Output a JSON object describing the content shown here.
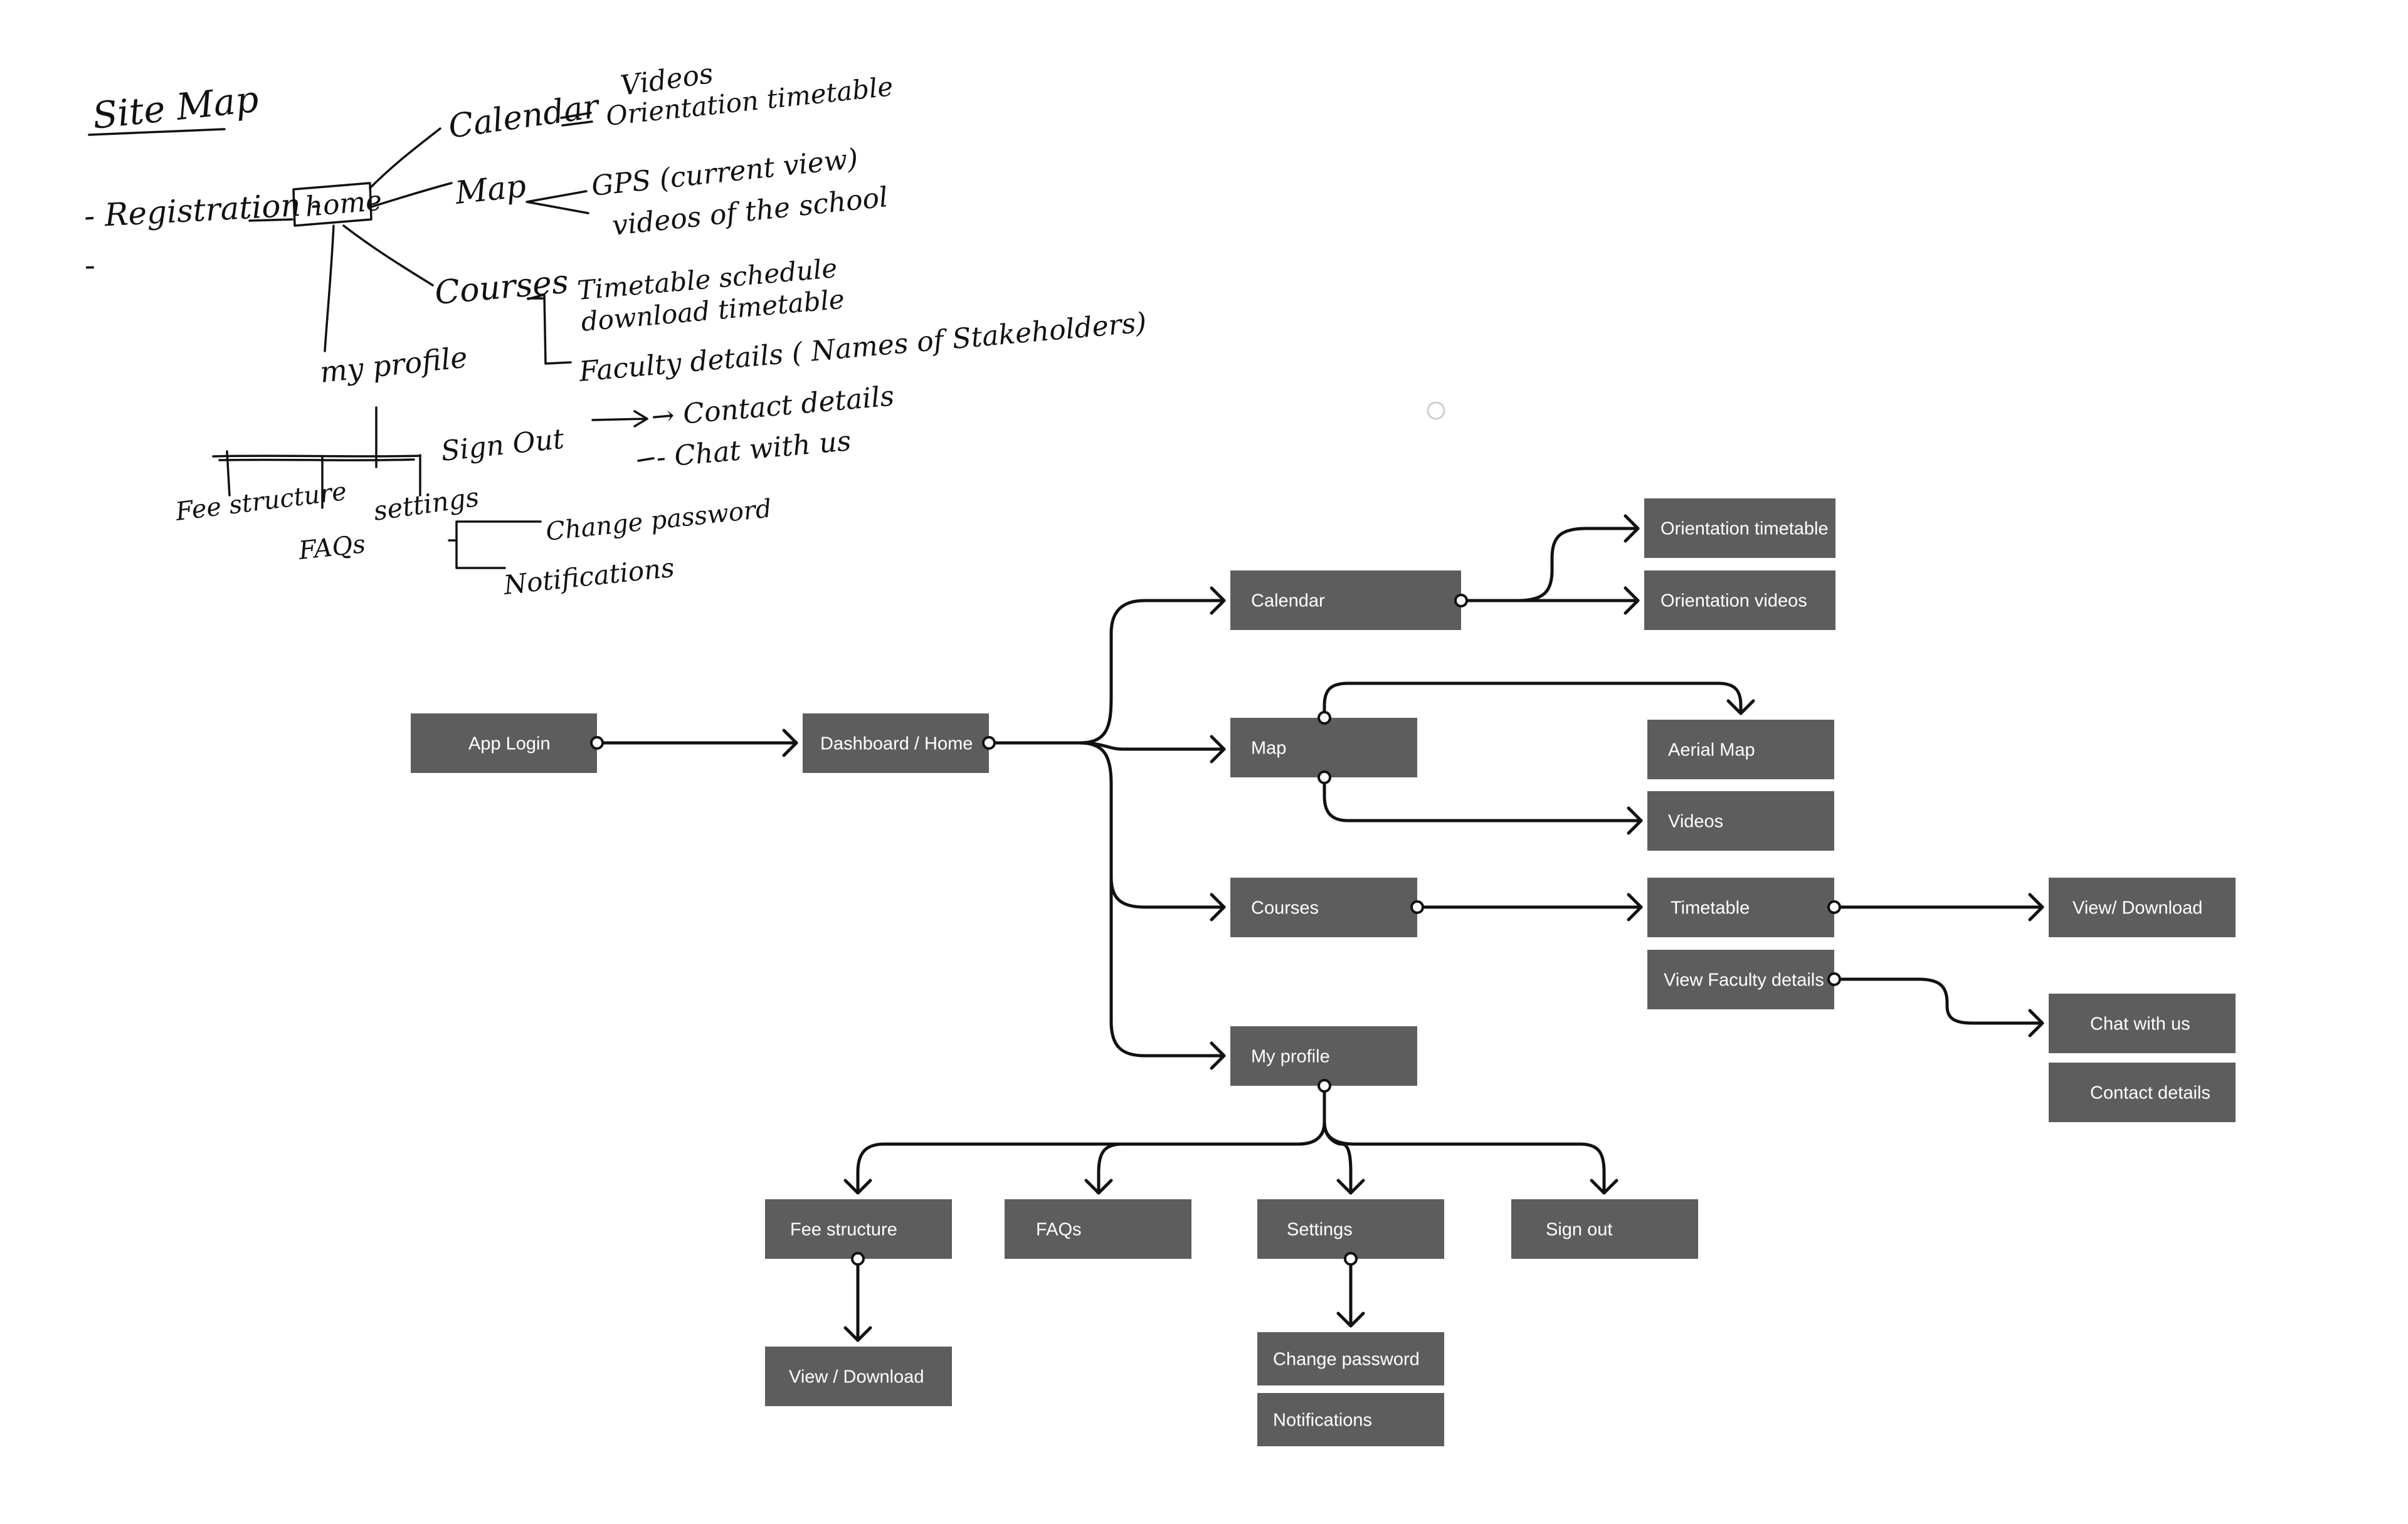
{
  "sketch": {
    "title": "Site Map",
    "labels": [
      {
        "id": "s-title",
        "text": "Site Map"
      },
      {
        "id": "s-registration",
        "text": "- Registration -"
      },
      {
        "id": "s-dash",
        "text": "-"
      },
      {
        "id": "s-home",
        "text": "home"
      },
      {
        "id": "s-calendar",
        "text": "Calendar"
      },
      {
        "id": "s-videos",
        "text": "Videos"
      },
      {
        "id": "s-orientation",
        "text": "Orientation timetable"
      },
      {
        "id": "s-map",
        "text": "Map"
      },
      {
        "id": "s-gps",
        "text": "GPS (current view)"
      },
      {
        "id": "s-school-videos",
        "text": "videos of the school"
      },
      {
        "id": "s-courses",
        "text": "Courses"
      },
      {
        "id": "s-timetable",
        "text": "Timetable schedule"
      },
      {
        "id": "s-download",
        "text": "download timetable"
      },
      {
        "id": "s-faculty",
        "text": "Faculty details ( Names of Stakeholders)"
      },
      {
        "id": "s-contact",
        "text": "→ Contact details"
      },
      {
        "id": "s-chat",
        "text": "- Chat with us"
      },
      {
        "id": "s-profile",
        "text": "my profile"
      },
      {
        "id": "s-signout",
        "text": "Sign Out"
      },
      {
        "id": "s-fee",
        "text": "Fee structure"
      },
      {
        "id": "s-faqs",
        "text": "FAQs"
      },
      {
        "id": "s-settings",
        "text": "settings"
      },
      {
        "id": "s-password",
        "text": "Change password"
      },
      {
        "id": "s-notif",
        "text": "Notifications"
      }
    ]
  },
  "flow": {
    "nodes": [
      {
        "id": "app-login",
        "label": "App Login"
      },
      {
        "id": "dashboard-home",
        "label": "Dashboard / Home"
      },
      {
        "id": "calendar",
        "label": "Calendar"
      },
      {
        "id": "orientation-timetable",
        "label": "Orientation timetable"
      },
      {
        "id": "orientation-videos",
        "label": "Orientation videos"
      },
      {
        "id": "map",
        "label": "Map"
      },
      {
        "id": "aerial-map",
        "label": "Aerial Map"
      },
      {
        "id": "videos",
        "label": "Videos"
      },
      {
        "id": "courses",
        "label": "Courses"
      },
      {
        "id": "timetable",
        "label": "Timetable"
      },
      {
        "id": "view-download-timetable",
        "label": "View/ Download"
      },
      {
        "id": "view-faculty-details",
        "label": "View Faculty details"
      },
      {
        "id": "chat-with-us",
        "label": "Chat with us"
      },
      {
        "id": "contact-details",
        "label": "Contact details"
      },
      {
        "id": "my-profile",
        "label": "My profile"
      },
      {
        "id": "fee-structure",
        "label": "Fee structure"
      },
      {
        "id": "faqs",
        "label": "FAQs"
      },
      {
        "id": "settings",
        "label": "Settings"
      },
      {
        "id": "sign-out",
        "label": "Sign out"
      },
      {
        "id": "view-download-fee",
        "label": "View / Download"
      },
      {
        "id": "change-password",
        "label": "Change password"
      },
      {
        "id": "notifications",
        "label": "Notifications"
      }
    ],
    "edges": [
      {
        "from": "app-login",
        "to": "dashboard-home"
      },
      {
        "from": "dashboard-home",
        "to": "calendar"
      },
      {
        "from": "dashboard-home",
        "to": "map"
      },
      {
        "from": "dashboard-home",
        "to": "courses"
      },
      {
        "from": "dashboard-home",
        "to": "my-profile"
      },
      {
        "from": "calendar",
        "to": "orientation-timetable"
      },
      {
        "from": "calendar",
        "to": "orientation-videos"
      },
      {
        "from": "map",
        "to": "aerial-map"
      },
      {
        "from": "map",
        "to": "videos"
      },
      {
        "from": "courses",
        "to": "timetable"
      },
      {
        "from": "timetable",
        "to": "view-download-timetable"
      },
      {
        "from": "view-faculty-details",
        "to": "chat-with-us"
      },
      {
        "from": "my-profile",
        "to": "fee-structure"
      },
      {
        "from": "my-profile",
        "to": "faqs"
      },
      {
        "from": "my-profile",
        "to": "settings"
      },
      {
        "from": "my-profile",
        "to": "sign-out"
      },
      {
        "from": "fee-structure",
        "to": "view-download-fee"
      },
      {
        "from": "settings",
        "to": "change-password"
      }
    ]
  }
}
